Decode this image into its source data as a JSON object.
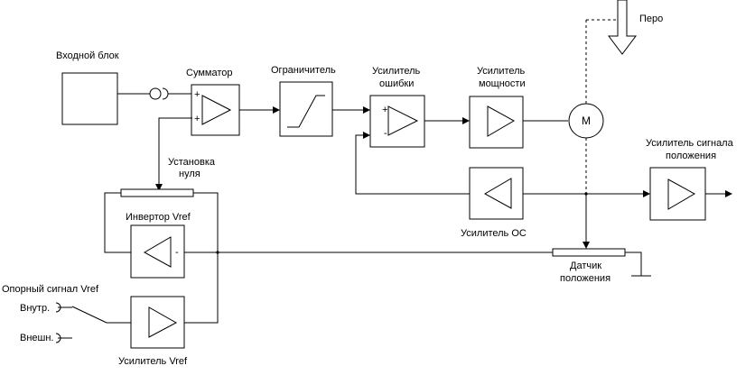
{
  "labels": {
    "input_block": "Входной блок",
    "summator": "Сумматор",
    "limiter": "Ограничитель",
    "error_amp_l1": "Усилитель",
    "error_amp_l2": "ошибки",
    "power_amp_l1": "Усилитель",
    "power_amp_l2": "мощности",
    "pen": "Перо",
    "motor": "M",
    "pos_amp_l1": "Усилитель сигнала",
    "pos_amp_l2": "положения",
    "zero_set_l1": "Установка",
    "zero_set_l2": "нуля",
    "inverter": "Инвертор Vref",
    "fb_amp": "Усилитель ОС",
    "pos_sensor_l1": "Датчик",
    "pos_sensor_l2": "положения",
    "ref_signal": "Опорный сигнал Vref",
    "internal": "Внутр.",
    "external": "Внешн.",
    "vref_amp": "Усилитель Vref",
    "plus": "+",
    "minus": "-"
  },
  "colors": {
    "stroke": "#000000",
    "background": "#ffffff"
  }
}
